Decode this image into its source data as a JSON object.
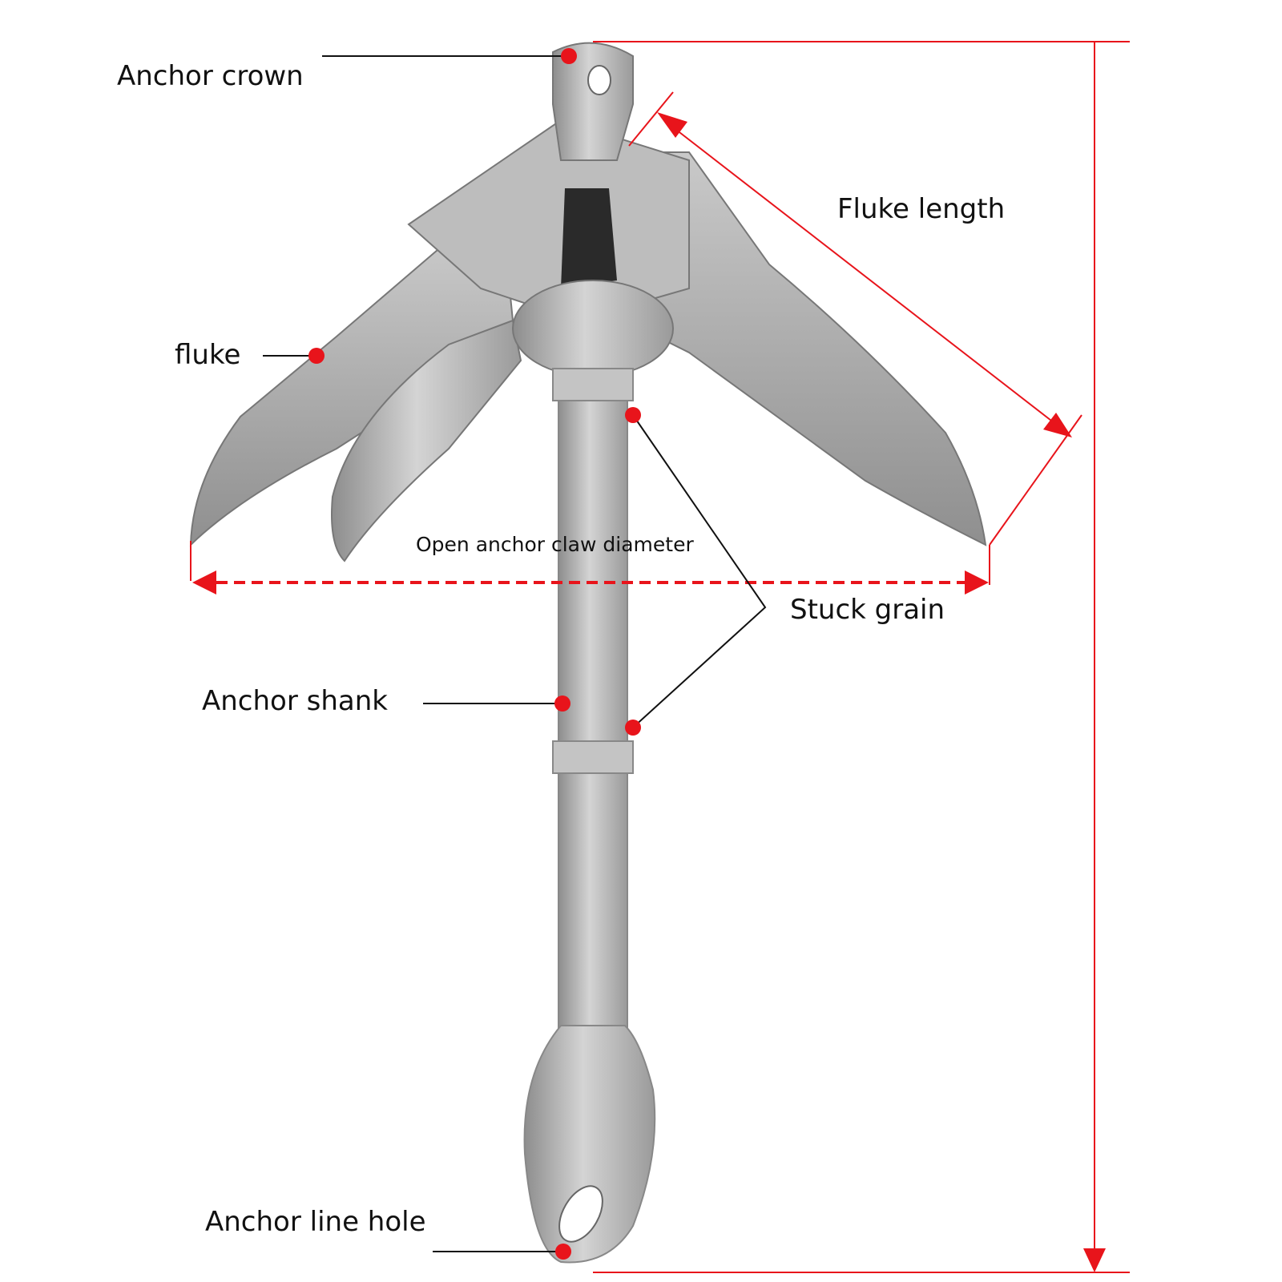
{
  "labels": {
    "anchor_crown": "Anchor crown",
    "fluke_length": "Fluke length",
    "fluke": "fluke",
    "open_claw_diameter": "Open anchor claw diameter",
    "stuck_grain": "Stuck grain",
    "anchor_shank": "Anchor shank",
    "anchor_line_hole": "Anchor line hole"
  },
  "colors": {
    "dimension_line": "#e8141b",
    "marker_dot": "#e8141b",
    "leader_line": "#111111",
    "metal": "#b5b5b5"
  }
}
